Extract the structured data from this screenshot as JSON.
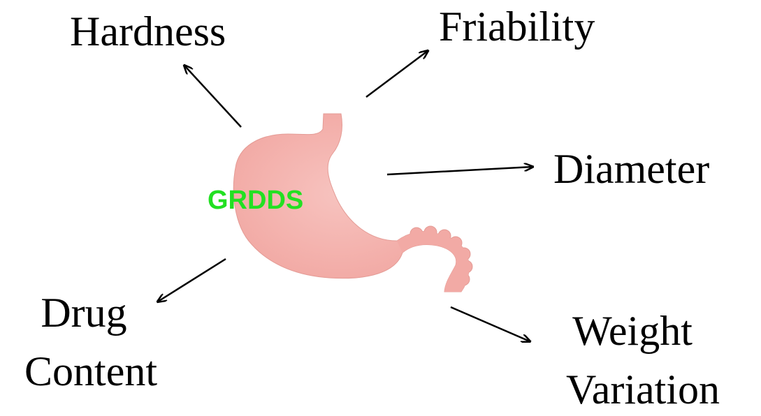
{
  "center": {
    "label": "GRDDS",
    "label_color": "#22e022",
    "organ_icon": "stomach-icon",
    "organ_color": "#f2aaa5"
  },
  "parameters": {
    "hardness": "Hardness",
    "friability": "Friability",
    "diameter": "Diameter",
    "drug_line1": "Drug",
    "drug_line2": "Content",
    "weight_line1": "Weight",
    "weight_line2": "Variation"
  },
  "colors": {
    "arrow": "#000000",
    "text": "#000000"
  }
}
